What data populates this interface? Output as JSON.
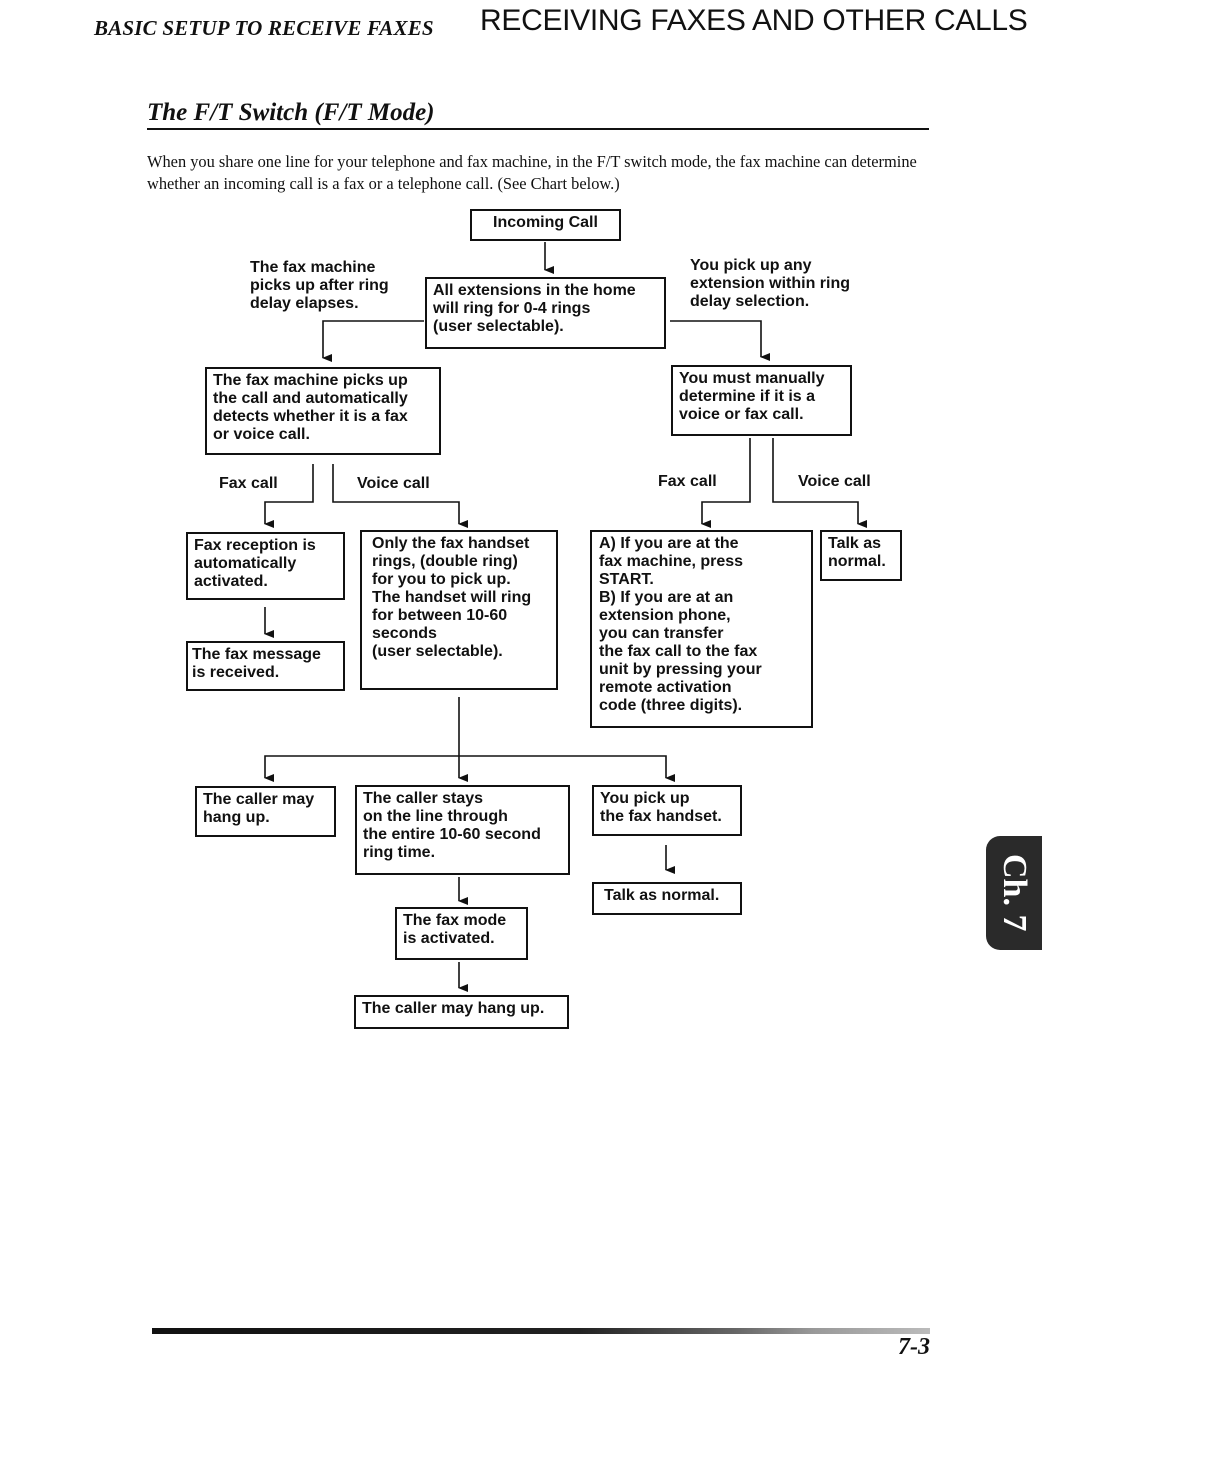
{
  "header": {
    "section_label": "BASIC SETUP TO RECEIVE FAXES",
    "chapter_title": "RECEIVING FAXES AND OTHER CALLS"
  },
  "section": {
    "title": "The F/T Switch (F/T Mode)",
    "intro": "When you share one line for your telephone and fax machine, in the F/T switch mode, the fax machine can determine whether an incoming call is a fax or a telephone call. (See Chart below.)"
  },
  "flowchart": {
    "incoming_call": "Incoming Call",
    "all_extensions": "All extensions in the home\nwill ring for 0-4 rings\n(user selectable).",
    "left_branch_label": "The fax machine\npicks up after ring\ndelay elapses.",
    "right_branch_label": "You pick up any\nextension within ring\ndelay selection.",
    "fax_picks_up": "The fax machine picks up\nthe call and automatically\ndetects whether it is a fax\nor voice call.",
    "manual_determine": "You must manually\ndetermine if it is a\nvoice or fax call.",
    "left_fax_call": "Fax call",
    "left_voice_call": "Voice call",
    "right_fax_call": "Fax call",
    "right_voice_call": "Voice call",
    "fax_reception": "Fax reception is\nautomatically\nactivated.",
    "fax_message": "The fax message\nis received.",
    "handset_rings": "Only the fax handset\nrings, (double ring)\nfor you to pick up.\nThe handset will ring\nfor between 10-60\nseconds\n(user selectable).",
    "if_at_fax": "A) If you are at the\n     fax machine, press\n     START.\nB) If you are at an\n     extension phone,\n     you can transfer\n     the fax call to the fax\n     unit by pressing your\n     remote activation\n     code (three digits).",
    "talk_as_normal_short": "Talk as\nnormal.",
    "caller_may_hang_up": "The caller may\nhang up.",
    "caller_stays": "The caller stays\non the line through\nthe entire 10-60 second\nring time.",
    "pick_up_handset": "You pick up\nthe fax handset.",
    "talk_as_normal": "Talk as normal.",
    "fax_mode_activated": "The fax mode\nis activated.",
    "caller_may_hang_up_final": "The caller may hang up."
  },
  "side_tab": {
    "label": "Ch. 7"
  },
  "footer": {
    "page_number": "7-3"
  }
}
